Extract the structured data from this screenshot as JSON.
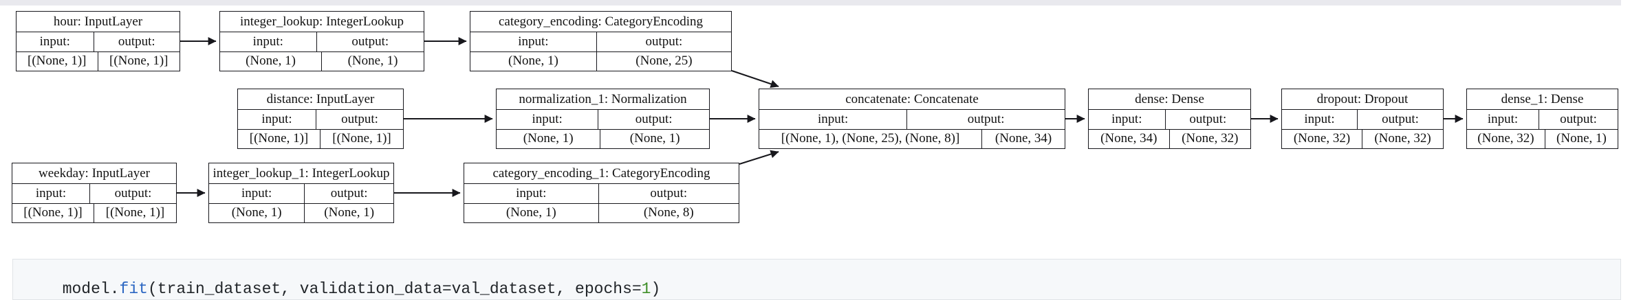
{
  "page": {
    "background_color": "#ffffff",
    "top_strip_color": "#e9e9ee",
    "node_border_color": "#17171c",
    "code_cell_background": "#f6f8fa"
  },
  "diagram": {
    "kind": "keras-model-plot",
    "nodes": [
      {
        "name": "hour",
        "title": "hour: InputLayer",
        "input_label": "input:",
        "output_label": "output:",
        "input_shape": "[(None, 1)]",
        "output_shape": "[(None, 1)]"
      },
      {
        "name": "integer_lookup",
        "title": "integer_lookup: IntegerLookup",
        "input_label": "input:",
        "output_label": "output:",
        "input_shape": "(None, 1)",
        "output_shape": "(None, 1)"
      },
      {
        "name": "category_encoding",
        "title": "category_encoding: CategoryEncoding",
        "input_label": "input:",
        "output_label": "output:",
        "input_shape": "(None, 1)",
        "output_shape": "(None, 25)"
      },
      {
        "name": "distance",
        "title": "distance: InputLayer",
        "input_label": "input:",
        "output_label": "output:",
        "input_shape": "[(None, 1)]",
        "output_shape": "[(None, 1)]"
      },
      {
        "name": "normalization_1",
        "title": "normalization_1: Normalization",
        "input_label": "input:",
        "output_label": "output:",
        "input_shape": "(None, 1)",
        "output_shape": "(None, 1)"
      },
      {
        "name": "concatenate",
        "title": "concatenate: Concatenate",
        "input_label": "input:",
        "output_label": "output:",
        "input_shape": "[(None, 1), (None, 25), (None, 8)]",
        "output_shape": "(None, 34)"
      },
      {
        "name": "dense",
        "title": "dense: Dense",
        "input_label": "input:",
        "output_label": "output:",
        "input_shape": "(None, 34)",
        "output_shape": "(None, 32)"
      },
      {
        "name": "dropout",
        "title": "dropout: Dropout",
        "input_label": "input:",
        "output_label": "output:",
        "input_shape": "(None, 32)",
        "output_shape": "(None, 32)"
      },
      {
        "name": "dense_1",
        "title": "dense_1: Dense",
        "input_label": "input:",
        "output_label": "output:",
        "input_shape": "(None, 32)",
        "output_shape": "(None, 1)"
      },
      {
        "name": "weekday",
        "title": "weekday: InputLayer",
        "input_label": "input:",
        "output_label": "output:",
        "input_shape": "[(None, 1)]",
        "output_shape": "[(None, 1)]"
      },
      {
        "name": "integer_lookup_1",
        "title": "integer_lookup_1: IntegerLookup",
        "input_label": "input:",
        "output_label": "output:",
        "input_shape": "(None, 1)",
        "output_shape": "(None, 1)"
      },
      {
        "name": "category_encoding_1",
        "title": "category_encoding_1: CategoryEncoding",
        "input_label": "input:",
        "output_label": "output:",
        "input_shape": "(None, 1)",
        "output_shape": "(None, 8)"
      }
    ],
    "edges": [
      {
        "from": "hour",
        "to": "integer_lookup"
      },
      {
        "from": "integer_lookup",
        "to": "category_encoding"
      },
      {
        "from": "category_encoding",
        "to": "concatenate"
      },
      {
        "from": "distance",
        "to": "normalization_1"
      },
      {
        "from": "normalization_1",
        "to": "concatenate"
      },
      {
        "from": "weekday",
        "to": "integer_lookup_1"
      },
      {
        "from": "integer_lookup_1",
        "to": "category_encoding_1"
      },
      {
        "from": "category_encoding_1",
        "to": "concatenate"
      },
      {
        "from": "concatenate",
        "to": "dense"
      },
      {
        "from": "dense",
        "to": "dropout"
      },
      {
        "from": "dropout",
        "to": "dense_1"
      }
    ]
  },
  "code_cell": {
    "code": "model.fit(train_dataset, validation_data=val_dataset, epochs=1)",
    "tokens": [
      {
        "text": "model.",
        "type": "plain"
      },
      {
        "text": "fit",
        "type": "function"
      },
      {
        "text": "(train_dataset, validation_data=val_dataset, epochs=",
        "type": "plain"
      },
      {
        "text": "1",
        "type": "number"
      },
      {
        "text": ")",
        "type": "plain"
      }
    ],
    "colors": {
      "function": "#2b66c2",
      "number": "#3e8e28",
      "plain": "#212529"
    }
  }
}
